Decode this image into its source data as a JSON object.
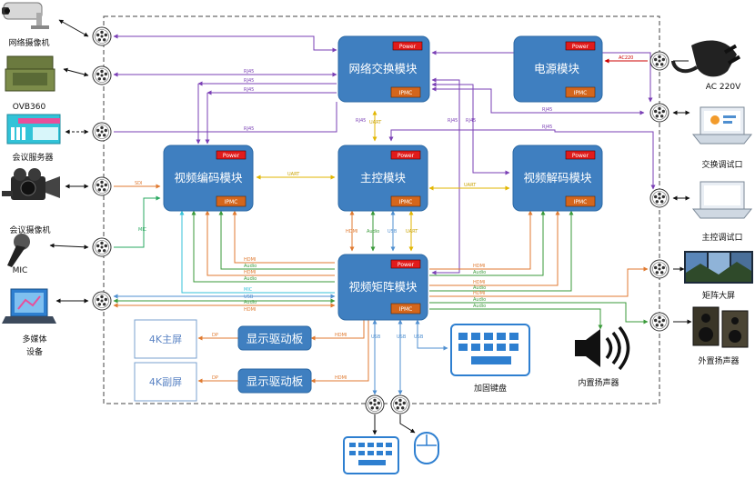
{
  "modules": {
    "network_switch": {
      "title": "网络交换模块",
      "power": "Power",
      "ipmc": "IPMC"
    },
    "power_supply": {
      "title": "电源模块",
      "power": "Power",
      "ipmc": "IPMC"
    },
    "video_encoder": {
      "title": "视频编码模块",
      "power": "Power",
      "ipmc": "IPMC"
    },
    "main_control": {
      "title": "主控模块",
      "power": "Power",
      "ipmc": "IPMC"
    },
    "video_decoder": {
      "title": "视频解码模块",
      "power": "Power",
      "ipmc": "IPMC"
    },
    "video_matrix": {
      "title": "视频矩阵模块",
      "power": "Power",
      "ipmc": "IPMC"
    }
  },
  "drivers": {
    "driver1": "显示驱动板",
    "driver2": "显示驱动板"
  },
  "screens": {
    "main": "4K主屏",
    "secondary": "4K副屏"
  },
  "devices": {
    "network_camera": "网络摄像机",
    "ovb360": "OVB360",
    "conference_server": "会议服务器",
    "conference_camera": "会议摄像机",
    "mic": "MIC",
    "multimedia_line1": "多媒体",
    "multimedia_line2": "设备",
    "power_input": "AC 220V",
    "switch_debug": "交换调试口",
    "main_debug": "主控调试口",
    "matrix_screen": "矩阵大屏",
    "external_speaker": "外置扬声器",
    "builtin_speaker": "内置扬声器",
    "keyboard": "加固键盘"
  },
  "signals": {
    "rj45": "RJ45",
    "uart": "UART",
    "ac220": "AC220",
    "sdi": "SDI",
    "mic": "MIC",
    "hdmi": "HDMI",
    "audio": "Audio",
    "usb": "USB",
    "dp": "DP"
  },
  "colors": {
    "module_fill": "#3f7fc0",
    "power_tag": "#e11b1b",
    "ipmc_tag": "#d4661c",
    "rj45_line": "#7a3fb5",
    "uart_line": "#e2b600",
    "hdmi_line": "#e07a30",
    "audio_line": "#3a9a3a",
    "usb_line": "#4f8fd0",
    "ac_line": "#cc0000",
    "mic_line": "#2aa860",
    "sdi_line": "#e07a30"
  }
}
